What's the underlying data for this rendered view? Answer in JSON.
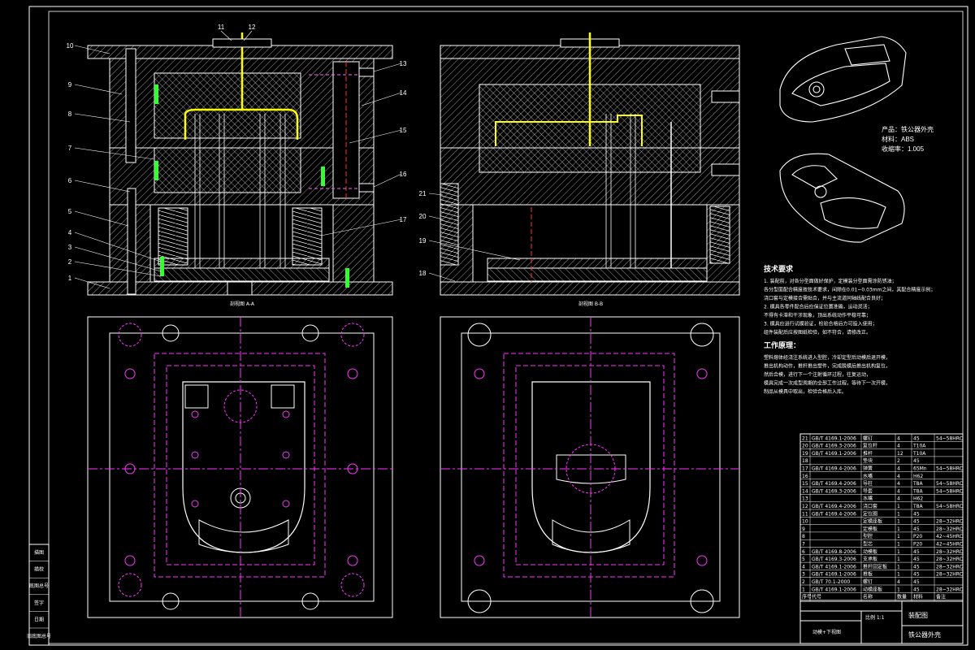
{
  "views": {
    "section_a_label": "剖视图 A-A",
    "section_b_label": "剖视图 B-B",
    "plan_view_label": "动模+下视图"
  },
  "callouts": [
    "1",
    "2",
    "3",
    "4",
    "5",
    "6",
    "7",
    "8",
    "9",
    "10",
    "11",
    "12",
    "13",
    "14",
    "15",
    "16",
    "17",
    "18",
    "19",
    "20",
    "21"
  ],
  "product": {
    "name": "产品：铁公器外壳",
    "material": "材料：ABS",
    "shrinkage": "收缩率：1.005"
  },
  "notes": {
    "title": "技术要求",
    "lines": [
      "1. 装配前，对各分型面做好保护，定模装分型面需涂防锈油；",
      "各分型面配合精度按技术要求，间隙在0.01~0.03mm之间，其配合精度示例；",
      "浇口套与定模接合需贴合，并与主流道同轴线配合良好；",
      "2. 模具各零件配合后应保证位置准确，运动灵活；",
      "不得有卡滞和干涉现象，顶出系统动作平稳可靠；",
      "3. 模具应进行试模验证，检验合格后方可投入使用；",
      "组件装配后应按图纸检验，如不符合，请修改正。"
    ],
    "work_title": "工作原理：",
    "work_lines": [
      "塑料熔体经浇注系统进入型腔，冷却定型后动模后退开模，",
      "推出机构动作，推杆推出塑件，完成脱模后推出机构复位，",
      "然后合模，进行下一个注射循环过程，往复运动，",
      "模具完成一次成型周期的全部工作过程，等待下一次开模，",
      "制品从模具中取出，检验合格后入库。"
    ]
  },
  "bom": [
    {
      "no": "21",
      "std": "GB/T 4169.1-2006",
      "name": "螺钉",
      "qty": "4",
      "mat": "45",
      "note": "54~58HRC"
    },
    {
      "no": "20",
      "std": "GB/T 4169.3-2006",
      "name": "复位杆",
      "qty": "4",
      "mat": "T10A",
      "note": ""
    },
    {
      "no": "19",
      "std": "GB/T 4169.1-2006",
      "name": "推杆",
      "qty": "12",
      "mat": "T10A",
      "note": ""
    },
    {
      "no": "18",
      "std": "",
      "name": "垫块",
      "qty": "2",
      "mat": "45",
      "note": ""
    },
    {
      "no": "17",
      "std": "GB/T 4169.4-2006",
      "name": "弹簧",
      "qty": "4",
      "mat": "65Mn",
      "note": "54~58HRC"
    },
    {
      "no": "16",
      "std": "",
      "name": "水嘴",
      "qty": "4",
      "mat": "H62",
      "note": ""
    },
    {
      "no": "15",
      "std": "GB/T 4169.4-2006",
      "name": "导柱",
      "qty": "4",
      "mat": "T8A",
      "note": "54~58HRC"
    },
    {
      "no": "14",
      "std": "GB/T 4169.3-2006",
      "name": "导套",
      "qty": "4",
      "mat": "T8A",
      "note": "54~58HRC"
    },
    {
      "no": "13",
      "std": "",
      "name": "水嘴",
      "qty": "4",
      "mat": "H62",
      "note": ""
    },
    {
      "no": "12",
      "std": "GB/T 4169.4-2006",
      "name": "浇口套",
      "qty": "1",
      "mat": "T8A",
      "note": "54~58HRC"
    },
    {
      "no": "11",
      "std": "GB/T 4169.4-2006",
      "name": "定位圈",
      "qty": "1",
      "mat": "45",
      "note": ""
    },
    {
      "no": "10",
      "std": "",
      "name": "定模座板",
      "qty": "1",
      "mat": "45",
      "note": "28~32HRC"
    },
    {
      "no": "9",
      "std": "",
      "name": "定模板",
      "qty": "1",
      "mat": "45",
      "note": "28~32HRC"
    },
    {
      "no": "8",
      "std": "",
      "name": "型腔",
      "qty": "1",
      "mat": "P20",
      "note": "42~45HRC"
    },
    {
      "no": "7",
      "std": "",
      "name": "型芯",
      "qty": "1",
      "mat": "P20",
      "note": "42~45HRC"
    },
    {
      "no": "6",
      "std": "GB/T 4169.8-2006",
      "name": "动模板",
      "qty": "1",
      "mat": "45",
      "note": "28~32HRC"
    },
    {
      "no": "5",
      "std": "GB/T 4169.3-2006",
      "name": "支承板",
      "qty": "1",
      "mat": "45",
      "note": "28~32HRC"
    },
    {
      "no": "4",
      "std": "GB/T 4169.1-2006",
      "name": "推杆固定板",
      "qty": "1",
      "mat": "45",
      "note": "28~32HRC"
    },
    {
      "no": "3",
      "std": "GB/T 4169.1-2006",
      "name": "推板",
      "qty": "1",
      "mat": "45",
      "note": "28~32HRC"
    },
    {
      "no": "2",
      "std": "GB/T 70.1-2000",
      "name": "螺钉",
      "qty": "4",
      "mat": "45",
      "note": ""
    },
    {
      "no": "1",
      "std": "GB/T 4169.1-2006",
      "name": "动模座板",
      "qty": "1",
      "mat": "45",
      "note": "28~32HRC"
    }
  ],
  "bom_header": {
    "no": "序号",
    "std": "代号",
    "name": "名称",
    "qty": "数量",
    "mat": "材料",
    "note": "备注"
  },
  "title_block": {
    "drawing_name": "装配图",
    "part_name": "铁公器外壳",
    "scale_cell": "比例 1:1"
  },
  "side_strip": [
    "描图",
    "描校",
    "底图总号",
    "签字",
    "日期",
    "旧底图总号"
  ],
  "colors": {
    "background": "#000000",
    "line": "#ffffff",
    "accent_magenta": "#ff33ff",
    "accent_yellow": "#ffff00",
    "accent_red": "#ff3030",
    "accent_green": "#33ff33",
    "hidden_line": "#ff66ff"
  }
}
